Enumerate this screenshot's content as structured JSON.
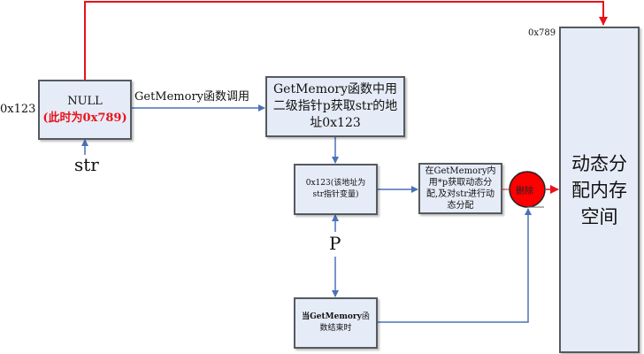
{
  "colors": {
    "box_fill": "#e6ecf7",
    "box_border": "#555a5f",
    "blue_line": "#4a72b8",
    "red_line": "#e8131b",
    "delete_circle": "#ff0000",
    "highlight_text": "#e8131b"
  },
  "labels": {
    "addr_null_box": "0x123",
    "addr_memory": "0x789",
    "str": "str",
    "p": "P",
    "call_edge": "GetMemory函数调用"
  },
  "nodes": {
    "null_box": {
      "line1": "NULL",
      "line2": "(此时为0x789)"
    },
    "getmemory_box": {
      "text": "GetMemory函数中用二级指针p获取str的地址0x123"
    },
    "pointer_box": {
      "text": "0x123(该地址为str指针变量)"
    },
    "alloc_box": {
      "text": "在GetMemory内用*p获取动态分配,及对str进行动态分配"
    },
    "delete_circle": {
      "text": "删除"
    },
    "end_box": {
      "bold": "当GetMemory",
      "rest": "函数结束时"
    },
    "memory_box": {
      "text": "动态分配内存空间"
    }
  }
}
